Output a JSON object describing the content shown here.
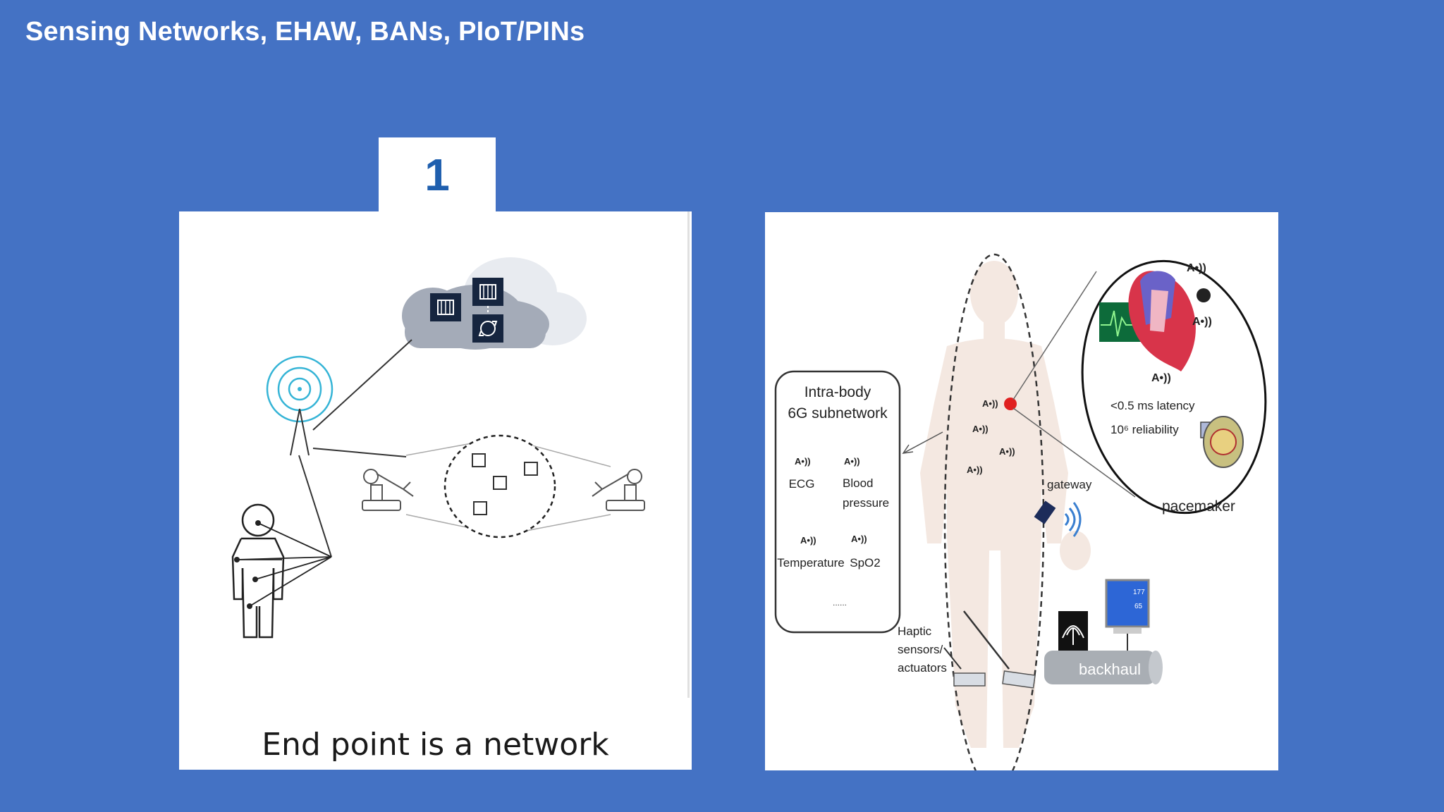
{
  "slide": {
    "title": "Sensing Networks, EHAW, BANs, PIoT/PINs",
    "badge": "1"
  },
  "left_figure": {
    "caption": "End point is a network"
  },
  "right_figure": {
    "subnetwork_title_line1": "Intra-body",
    "subnetwork_title_line2": "6G subnetwork",
    "sensors": {
      "ecg": "ECG",
      "blood_line1": "Blood",
      "blood_line2": "pressure",
      "temperature": "Temperature",
      "spo2": "SpO2",
      "more": "......"
    },
    "latency": "<0.5 ms latency",
    "reliability": "10⁶ reliability",
    "pacemaker": "pacemaker",
    "gateway": "gateway",
    "haptic_line1": "Haptic",
    "haptic_line2": "sensors/",
    "haptic_line3": "actuators",
    "backhaul": "backhaul",
    "monitor_value1": "177",
    "monitor_value2": "65"
  }
}
